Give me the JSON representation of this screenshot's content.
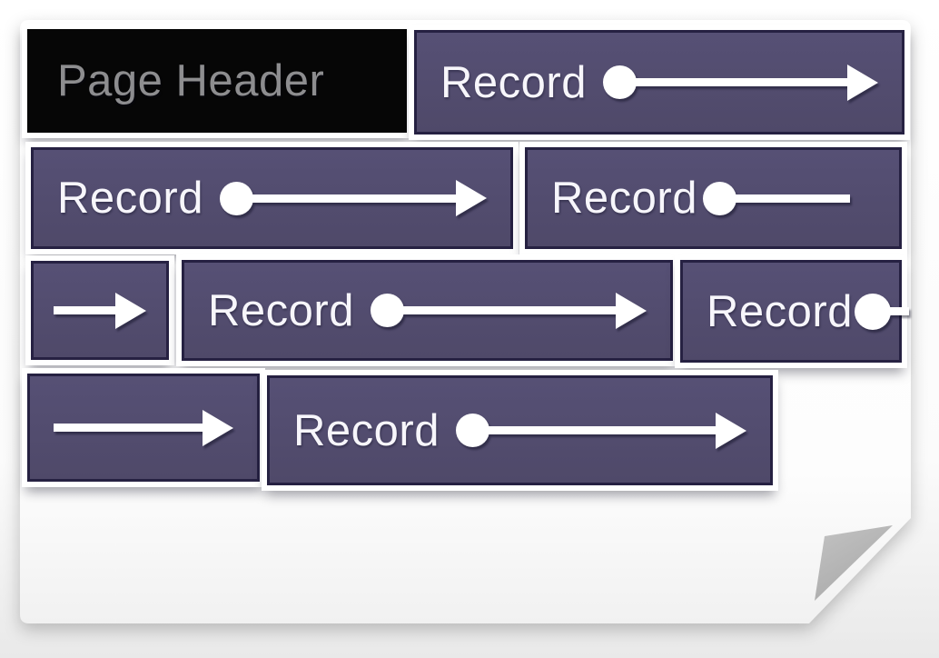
{
  "page": {
    "header": {
      "label": "Page Header"
    },
    "records": [
      {
        "id": "row1-record",
        "label": "Record",
        "pointer": "dot-arrow-right"
      },
      {
        "id": "row2-record-left",
        "label": "Record",
        "pointer": "dot-arrow-right"
      },
      {
        "id": "row2-record-right",
        "label": "Record",
        "pointer": "dot-line-continues-off-edge"
      },
      {
        "id": "row3-continuation",
        "label": "",
        "pointer": "arrow-right"
      },
      {
        "id": "row3-record-mid",
        "label": "Record",
        "pointer": "dot-arrow-right"
      },
      {
        "id": "row3-record-right",
        "label": "Record",
        "pointer": "dot-line-continues-off-edge"
      },
      {
        "id": "row4-continuation",
        "label": "",
        "pointer": "arrow-right"
      },
      {
        "id": "row4-record",
        "label": "Record",
        "pointer": "dot-arrow-right"
      }
    ],
    "fold_corner": "bottom-right"
  },
  "icons": {
    "record_pointer": "dot-arrow-icon",
    "continuation": "arrow-right-icon",
    "folded_corner": "dog-ear-icon"
  },
  "colors": {
    "record_fill": "#524c70",
    "record_border": "#262142",
    "record_text": "#f7f6fb",
    "header_fill": "#060606",
    "header_text": "#8d8d8f",
    "page_fill": "#ffffff",
    "fold_gray": "#b5b5b5",
    "canvas_bg": "#e9e9e9",
    "pointer_white": "#ffffff"
  }
}
